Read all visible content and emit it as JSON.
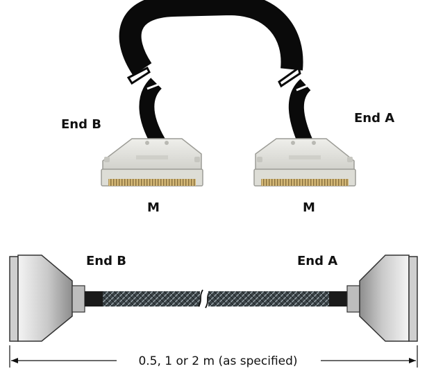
{
  "photo": {
    "end_b_label": "End B",
    "end_a_label": "End A",
    "gender_b": "M",
    "gender_a": "M"
  },
  "drawing": {
    "end_b_label": "End B",
    "end_a_label": "End A",
    "length_label": "0.5, 1 or 2 m (as specified)"
  },
  "colors": {
    "cable": "#0a0a0a",
    "connector_shell": "#e3e3de",
    "pins": "#b89a5a",
    "braid": "#3c4448"
  }
}
